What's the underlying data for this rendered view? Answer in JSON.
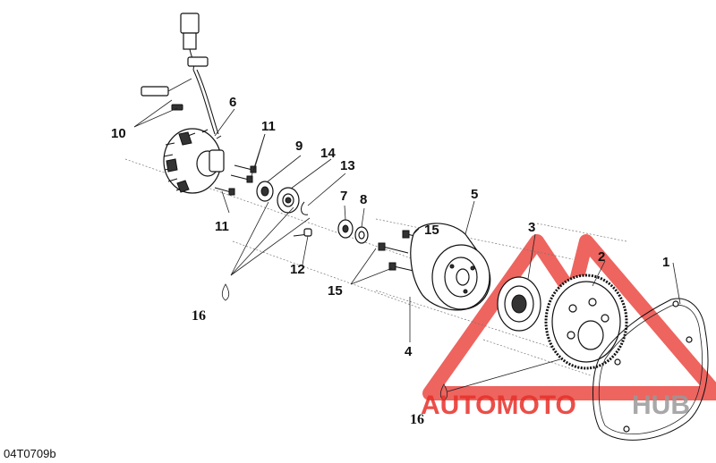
{
  "diagram": {
    "labels": {
      "p1": "1",
      "p2": "2",
      "p3": "3",
      "p4": "4",
      "p5": "5",
      "p6": "6",
      "p7": "7",
      "p8": "8",
      "p9": "9",
      "p10": "10",
      "p11a": "11",
      "p11b": "11",
      "p12": "12",
      "p13": "13",
      "p14": "14",
      "p15a": "15",
      "p15b": "15",
      "p16a": "16",
      "p16b": "16"
    },
    "code": "04T0709b"
  },
  "watermark": {
    "brand_part1": "AUTOMOTO",
    "brand_part2": "HUB",
    "color_red": "#e8302a",
    "color_grey": "#9a9a9a"
  }
}
